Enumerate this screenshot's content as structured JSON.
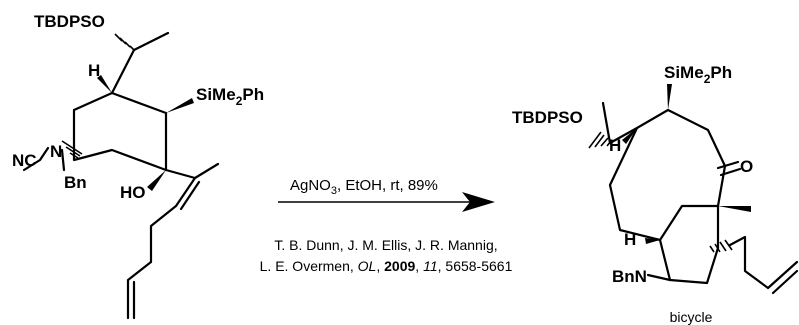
{
  "reaction": {
    "reagent": {
      "labels": {
        "otbdps": "TBDPSO",
        "h": "H",
        "sime2ph_pre": "SiMe",
        "sime2ph_sub": "2",
        "sime2ph_post": "Ph",
        "nc": "NC",
        "n": "N",
        "bn": "Bn",
        "ho": "HO"
      }
    },
    "conditions": {
      "pre": "AgNO",
      "sub": "3",
      "post": ", EtOH, rt, 89%"
    },
    "reference": {
      "line1": "T. B. Dunn, J. M. Ellis, J. R. Mannig,",
      "line2_a": "L. E. Overmen, ",
      "line2_journal": "OL",
      "line2_b": ", ",
      "line2_year": "2009",
      "line2_c": ", ",
      "line2_volume": "11",
      "line2_d": ", 5658-5661"
    },
    "product": {
      "labels": {
        "sime2ph_pre": "SiMe",
        "sime2ph_sub": "2",
        "sime2ph_post": "Ph",
        "otbdps": "TBDPSO",
        "h_top": "H",
        "o": "O",
        "h_bottom": "H",
        "bnn": "BnN"
      },
      "caption": "bicycle"
    }
  }
}
